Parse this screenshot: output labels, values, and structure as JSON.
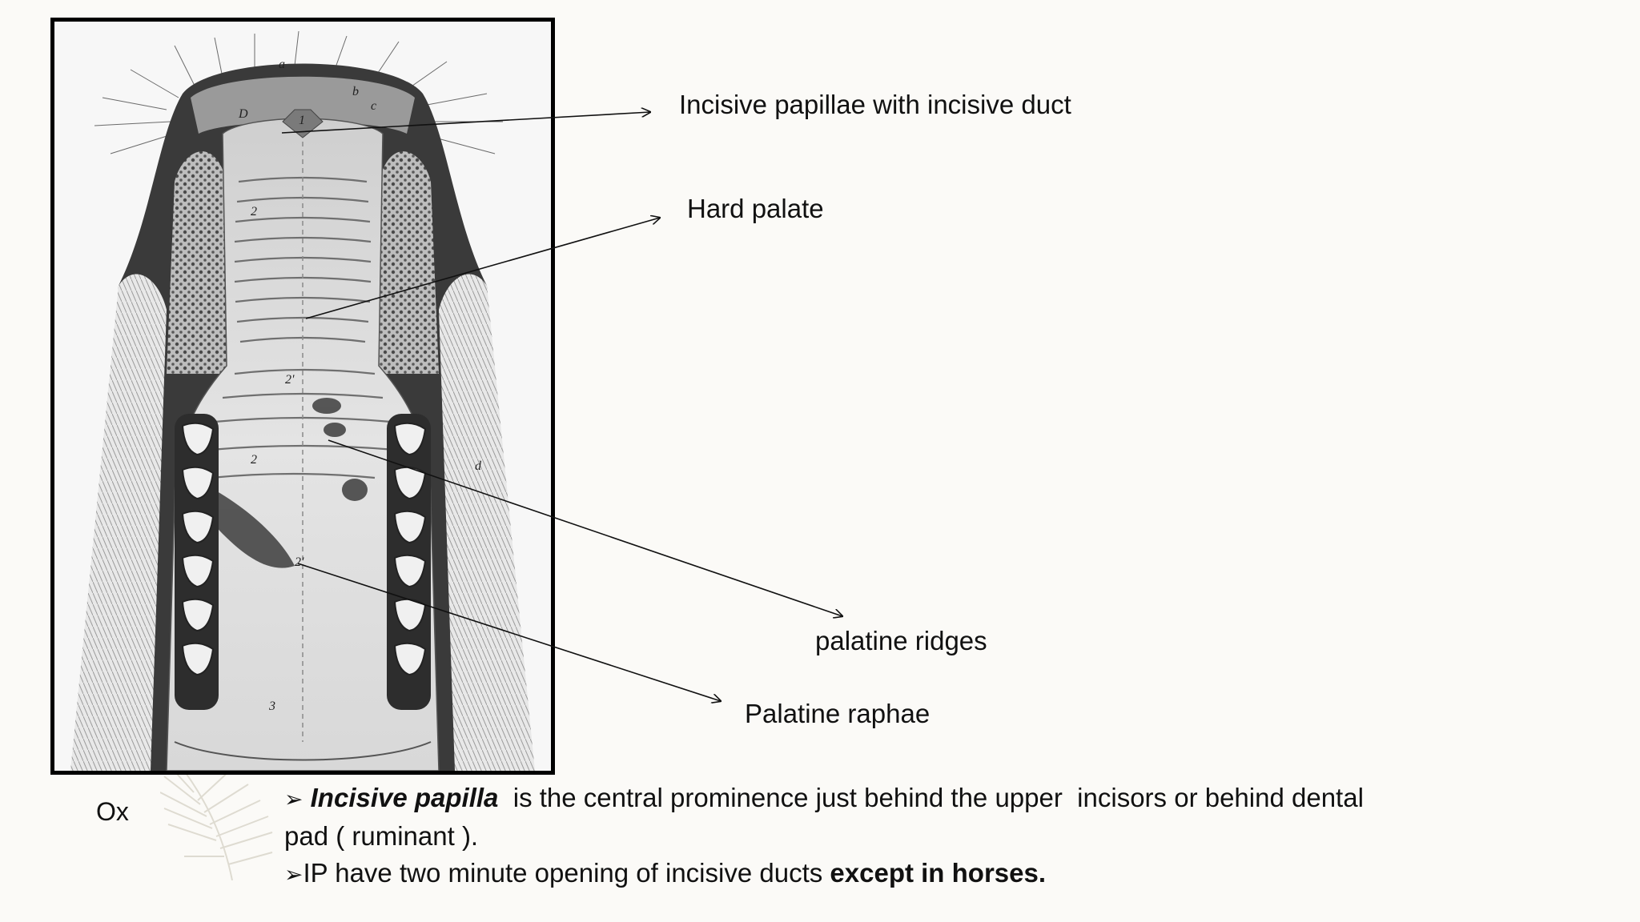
{
  "figure": {
    "plate_letters": {
      "a": "a",
      "b": "b",
      "c": "c",
      "d": "d",
      "D": "D",
      "one": "1",
      "two": "2",
      "two_prime": "2'",
      "three": "3"
    }
  },
  "labels": {
    "incisive_papillae": "Incisive papillae with incisive duct",
    "hard_palate": "Hard palate",
    "palatine_ridges": "palatine ridges",
    "palatine_raphae": "Palatine raphae"
  },
  "species_label": "Ox",
  "notes": {
    "bullet_symbol": "➢",
    "line1": {
      "bold_italic": "Incisive papilla",
      "text": "  is the central prominence just behind the upper  incisors or behind dental"
    },
    "line2": "pad ( ruminant ).",
    "line3": {
      "text": "IP have two minute opening of incisive ducts ",
      "bold": "except in horses."
    }
  }
}
